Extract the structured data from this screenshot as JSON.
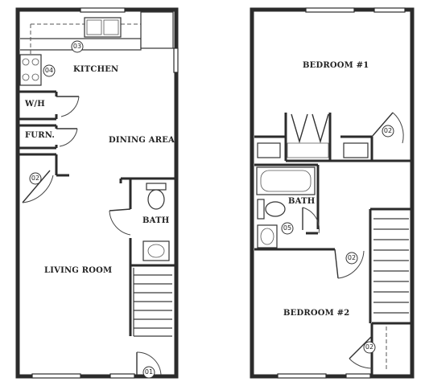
{
  "first_floor": {
    "rooms": {
      "kitchen": "KITCHEN",
      "wh": "W/H",
      "furn": "FURN.",
      "dining": "DINING AREA",
      "bath": "BATH",
      "living": "LIVING ROOM"
    },
    "door_tags": {
      "sink": "03",
      "stove": "04",
      "closet": "02",
      "entry": "01"
    }
  },
  "second_floor": {
    "rooms": {
      "bedroom1": "BEDROOM #1",
      "bath": "BATH",
      "bedroom2": "BEDROOM #2"
    },
    "door_tags": {
      "bed1_door": "02",
      "bath_door": "05",
      "bed2_door": "02",
      "closet_door": "02"
    }
  }
}
